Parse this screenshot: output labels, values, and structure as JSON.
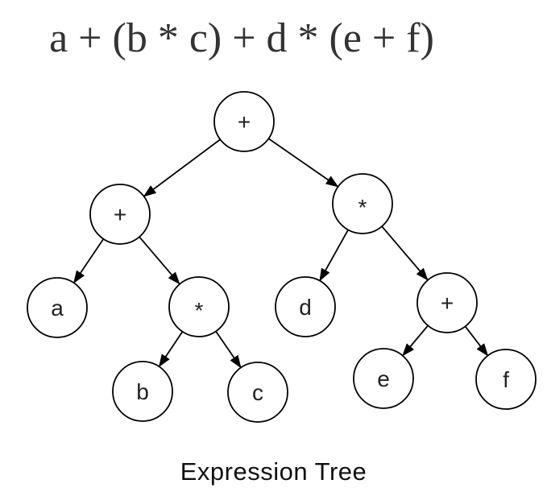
{
  "expression": "a + (b * c) + d * (e + f)",
  "caption": "Expression  Tree",
  "tree": {
    "nodes": [
      {
        "id": "root",
        "label": "+"
      },
      {
        "id": "plus_left",
        "label": "+"
      },
      {
        "id": "mul_right",
        "label": "*"
      },
      {
        "id": "leaf_a",
        "label": "a"
      },
      {
        "id": "mul_bc",
        "label": "*"
      },
      {
        "id": "leaf_d",
        "label": "d"
      },
      {
        "id": "plus_ef",
        "label": "+"
      },
      {
        "id": "leaf_b",
        "label": "b"
      },
      {
        "id": "leaf_c",
        "label": "c"
      },
      {
        "id": "leaf_e",
        "label": "e"
      },
      {
        "id": "leaf_f",
        "label": "f"
      }
    ],
    "edges": [
      [
        "root",
        "plus_left"
      ],
      [
        "root",
        "mul_right"
      ],
      [
        "plus_left",
        "leaf_a"
      ],
      [
        "plus_left",
        "mul_bc"
      ],
      [
        "mul_right",
        "leaf_d"
      ],
      [
        "mul_right",
        "plus_ef"
      ],
      [
        "mul_bc",
        "leaf_b"
      ],
      [
        "mul_bc",
        "leaf_c"
      ],
      [
        "plus_ef",
        "leaf_e"
      ],
      [
        "plus_ef",
        "leaf_f"
      ]
    ]
  }
}
